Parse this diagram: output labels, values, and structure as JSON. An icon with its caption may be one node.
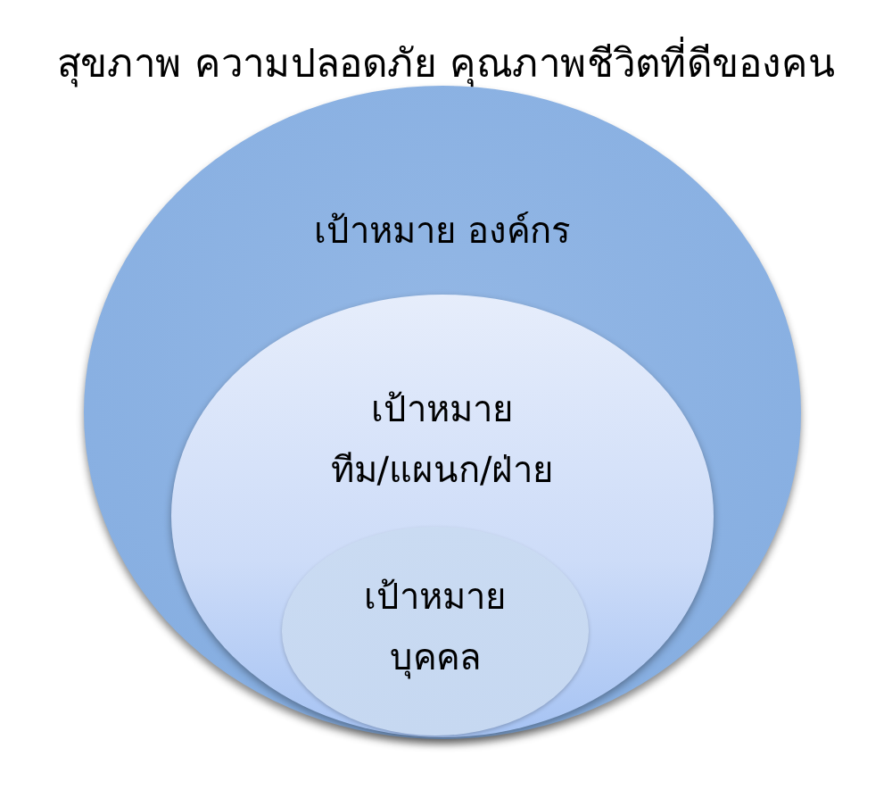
{
  "diagram": {
    "title": "สุขภาพ ความปลอดภัย คุณภาพชีวิตที่ดีของคน",
    "nodes": [
      {
        "text": [
          "เป้าหมาย องค์กร"
        ]
      },
      {
        "text": [
          "เป้าหมาย ทีม/แผนก/ฝ่าย"
        ],
        "in": 0
      },
      {
        "text": [
          "เป้าหมาย บุคคล"
        ],
        "in": 1
      }
    ]
  }
}
